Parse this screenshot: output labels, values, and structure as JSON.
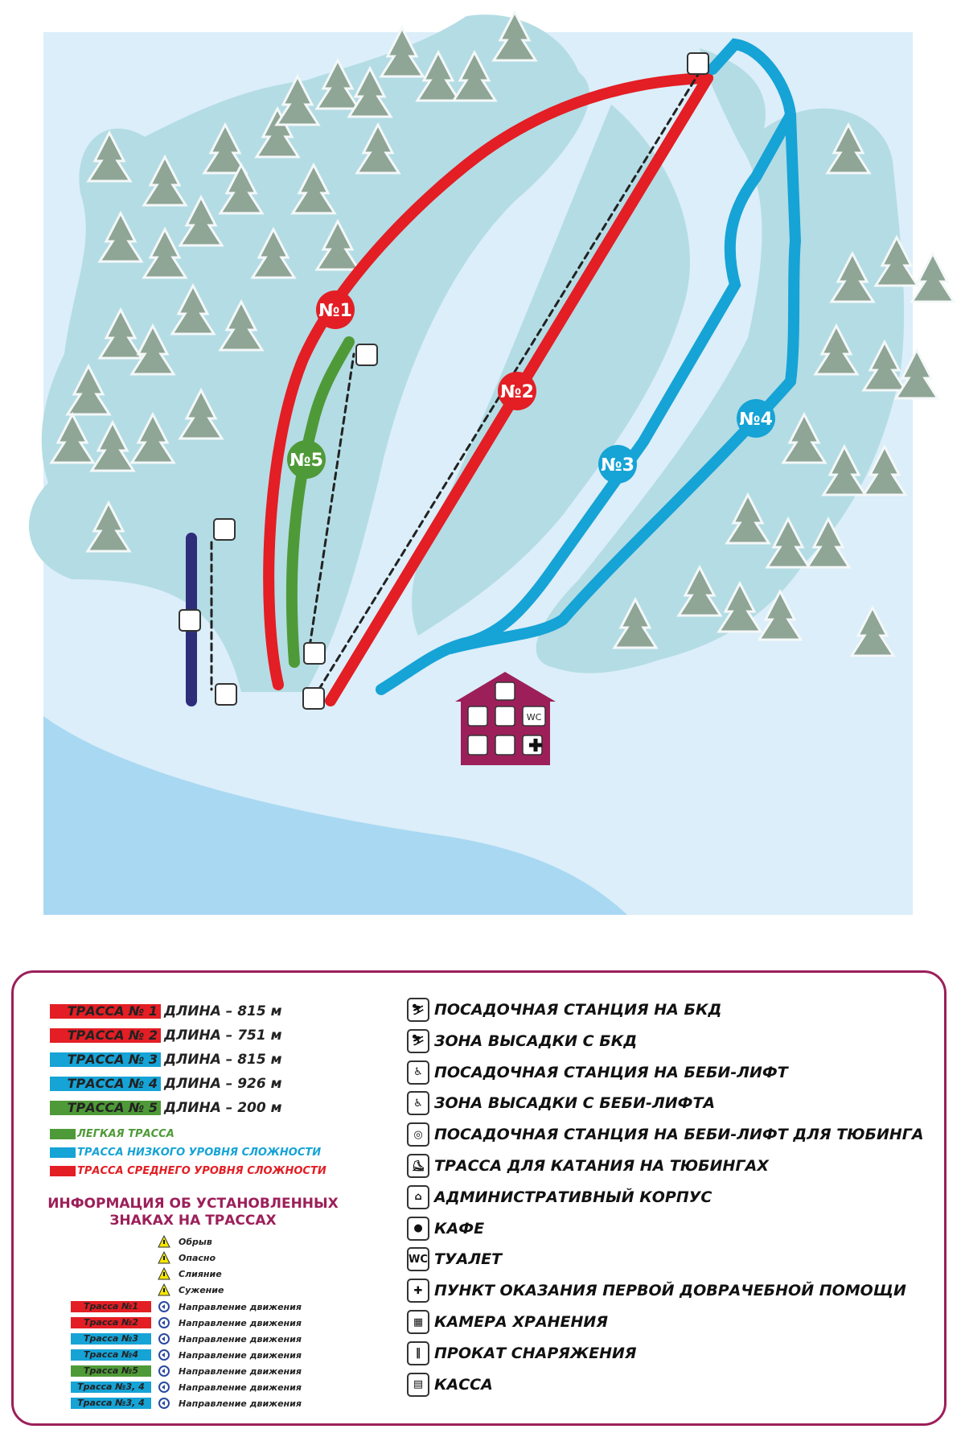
{
  "colors": {
    "red": "#e31e24",
    "blue": "#16a3d6",
    "green": "#4f9a38",
    "purple": "#2e2d7a",
    "house": "#9c1f5a",
    "snow": "#dbeef9",
    "forest": "#b4dce4"
  },
  "map": {
    "labels": [
      "№1",
      "№2",
      "№3",
      "№4",
      "№5"
    ]
  },
  "house": {
    "icons": [
      "home-icon",
      "cafe-icon",
      "rental-icon",
      "wc-icon",
      "cashier-icon",
      "storage-icon",
      "first-aid-icon"
    ],
    "wc": "WC"
  },
  "trails": [
    {
      "tag": "ТРАССА № 1",
      "length": "ДЛИНА – 815 м",
      "color": "#e31e24"
    },
    {
      "tag": "ТРАССА № 2",
      "length": "ДЛИНА – 751 м",
      "color": "#e31e24"
    },
    {
      "tag": "ТРАССА № 3",
      "length": "ДЛИНА – 815 м",
      "color": "#16a3d6"
    },
    {
      "tag": "ТРАССА № 4",
      "length": "ДЛИНА – 926 м",
      "color": "#16a3d6"
    },
    {
      "tag": "ТРАССА № 5",
      "length": "ДЛИНА – 200 м",
      "color": "#4f9a38"
    }
  ],
  "difficulty": [
    {
      "label": "ЛЕГКАЯ ТРАССА",
      "color": "#4f9a38"
    },
    {
      "label": "ТРАССА НИЗКОГО УРОВНЯ СЛОЖНОСТИ",
      "color": "#16a3d6"
    },
    {
      "label": "ТРАССА СРЕДНЕГО УРОВНЯ СЛОЖНОСТИ",
      "color": "#e31e24"
    }
  ],
  "signs_title": "ИНФОРМАЦИЯ ОБ УСТАНОВЛЕННЫХ ЗНАКАХ НА ТРАССАХ",
  "warnings": [
    "Обрыв",
    "Опасно",
    "Слияние",
    "Сужение"
  ],
  "directions": [
    {
      "tag": "Трасса №1",
      "label": "Направление движения",
      "color": "#e31e24"
    },
    {
      "tag": "Трасса №2",
      "label": "Направление движения",
      "color": "#e31e24"
    },
    {
      "tag": "Трасса №3",
      "label": "Направление движения",
      "color": "#16a3d6"
    },
    {
      "tag": "Трасса №4",
      "label": "Направление движения",
      "color": "#16a3d6"
    },
    {
      "tag": "Трасса №5",
      "label": "Направление движения",
      "color": "#4f9a38"
    },
    {
      "tag": "Трасса №3, 4",
      "label": "Направление движения",
      "color": "#16a3d6"
    },
    {
      "tag": "Трасса №3, 4",
      "label": "Направление движения",
      "color": "#16a3d6"
    }
  ],
  "facilities": [
    {
      "icon": "chairlift-boarding-icon",
      "glyph": "⛷",
      "label": "ПОСАДОЧНАЯ СТАНЦИЯ НА БКД"
    },
    {
      "icon": "chairlift-dropoff-icon",
      "glyph": "⛷",
      "label": "ЗОНА ВЫСАДКИ С БКД"
    },
    {
      "icon": "babylift-boarding-icon",
      "glyph": "♿",
      "label": "ПОСАДОЧНАЯ СТАНЦИЯ НА БЕБИ-ЛИФТ"
    },
    {
      "icon": "babylift-dropoff-icon",
      "glyph": "♿",
      "label": "ЗОНА ВЫСАДКИ С БЕБИ-ЛИФТА"
    },
    {
      "icon": "tubing-lift-icon",
      "glyph": "◎",
      "label": "ПОСАДОЧНАЯ СТАНЦИЯ НА БЕБИ-ЛИФТ ДЛЯ ТЮБИНГА"
    },
    {
      "icon": "tubing-trail-icon",
      "glyph": "⛸",
      "label": "ТРАССА ДЛЯ КАТАНИЯ НА ТЮБИНГАХ"
    },
    {
      "icon": "admin-building-icon",
      "glyph": "⌂",
      "label": "АДМИНИСТРАТИВНЫЙ КОРПУС"
    },
    {
      "icon": "cafe-icon",
      "glyph": "●",
      "label": "КАФЕ"
    },
    {
      "icon": "wc-icon",
      "glyph": "WC",
      "label": "ТУАЛЕТ"
    },
    {
      "icon": "first-aid-icon",
      "glyph": "✚",
      "label": "ПУНКТ ОКАЗАНИЯ ПЕРВОЙ ДОВРАЧЕБНОЙ ПОМОЩИ"
    },
    {
      "icon": "storage-icon",
      "glyph": "▦",
      "label": "КАМЕРА ХРАНЕНИЯ"
    },
    {
      "icon": "rental-icon",
      "glyph": "‖",
      "label": "ПРОКАТ СНАРЯЖЕНИЯ"
    },
    {
      "icon": "cashier-icon",
      "glyph": "▤",
      "label": "КАССА"
    }
  ]
}
